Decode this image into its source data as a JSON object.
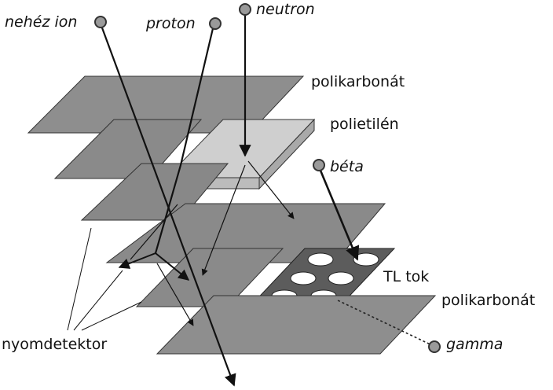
{
  "labels": {
    "heavy_ion": "nehéz ion",
    "proton": "proton",
    "neutron": "neutron",
    "polycarbonate_top": "polikarbonát",
    "polyethylene": "polietilén",
    "beta": "béta",
    "tl_case": "TL tok",
    "polycarbonate_bottom": "polikarbonát",
    "track_detector": "nyomdetektor",
    "gamma": "gamma"
  },
  "colors": {
    "sheet": "#8c8c8c",
    "sheet_light": "#bdbdbd",
    "tl_case": "#5a5a5a",
    "stroke": "#222222",
    "particle": "#9a9a9a"
  }
}
